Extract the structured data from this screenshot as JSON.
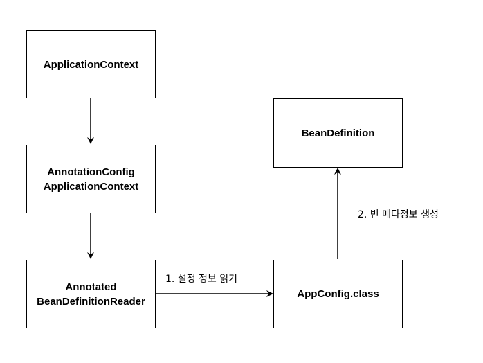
{
  "nodes": {
    "application_context": {
      "label": "ApplicationContext"
    },
    "annotation_config_context": {
      "line1": "AnnotationConfig",
      "line2": "ApplicationContext"
    },
    "annotated_reader": {
      "line1": "Annotated",
      "line2": "BeanDefinitionReader"
    },
    "app_config_class": {
      "label": "AppConfig.class"
    },
    "bean_definition": {
      "label": "BeanDefinition"
    }
  },
  "edges": {
    "read_config": {
      "label": "1. 설정 정보 읽기"
    },
    "create_bean_meta": {
      "label": "2. 빈 메타정보 생성"
    }
  },
  "colors": {
    "stroke": "#000000",
    "fill": "#ffffff",
    "background": "#ffffff"
  }
}
